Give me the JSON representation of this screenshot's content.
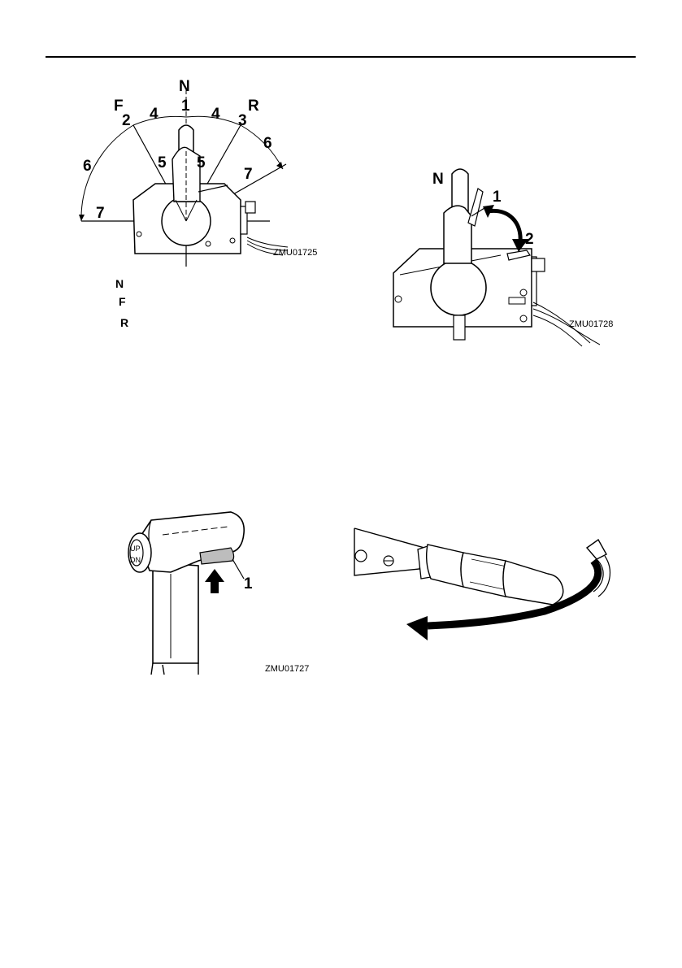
{
  "figure1": {
    "code": "ZMU01725",
    "letters": {
      "neutral": "N",
      "forward": "F",
      "reverse": "R"
    },
    "numbers": {
      "n1": "1",
      "n2": "2",
      "n3": "3",
      "n4a": "4",
      "n4b": "4",
      "n5a": "5",
      "n5b": "5",
      "n6a": "6",
      "n6b": "6",
      "n7a": "7",
      "n7b": "7"
    },
    "legend": [
      "N",
      "F",
      "R"
    ]
  },
  "figure2": {
    "code": "ZMU01728",
    "letters": {
      "neutral": "N"
    },
    "numbers": {
      "n1": "1",
      "n2": "2"
    }
  },
  "figure3": {
    "code": "ZMU01727",
    "switch": {
      "up": "UP",
      "dn": "DN"
    },
    "numbers": {
      "n1": "1"
    }
  },
  "colors": {
    "ink": "#000000",
    "paper": "#ffffff",
    "shade": "#bdbdbd"
  }
}
